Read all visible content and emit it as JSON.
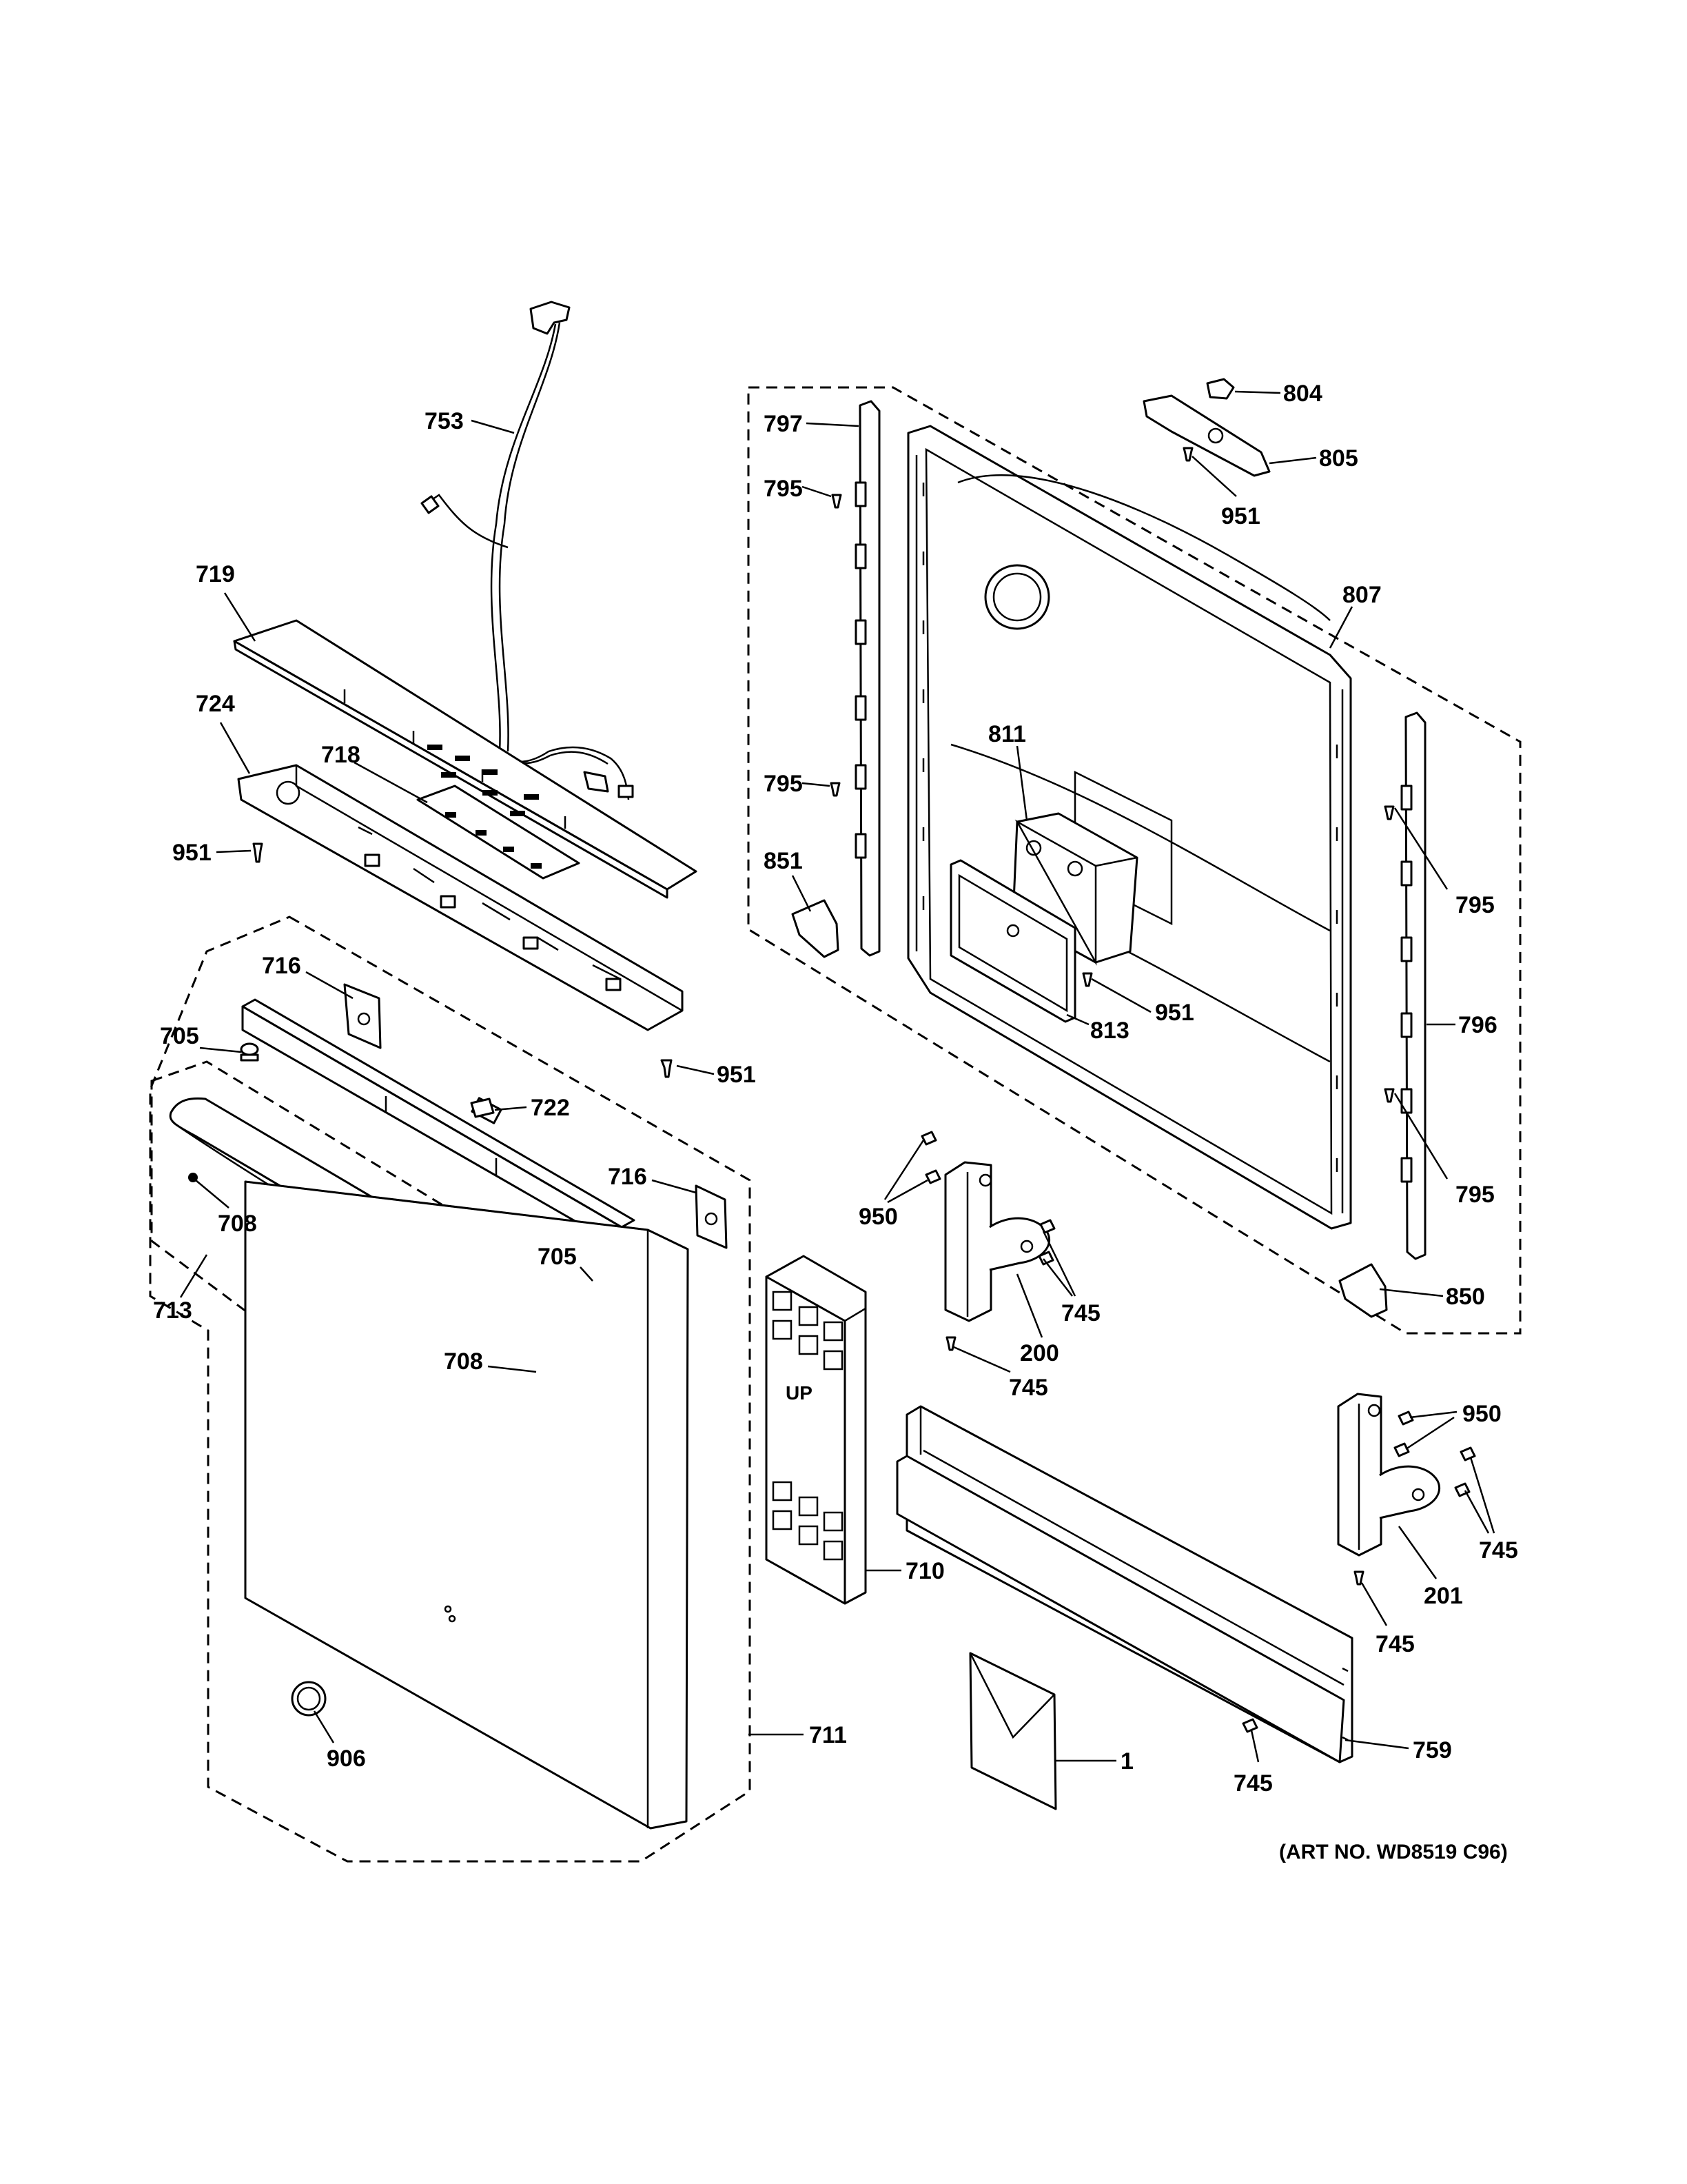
{
  "art_number": "(ART NO. WD8519 C96)",
  "colors": {
    "line": "#000000",
    "background": "#ffffff"
  },
  "callouts": [
    {
      "id": "c753",
      "text": "753"
    },
    {
      "id": "c719",
      "text": "719"
    },
    {
      "id": "c724",
      "text": "724"
    },
    {
      "id": "c718",
      "text": "718"
    },
    {
      "id": "c951a",
      "text": "951"
    },
    {
      "id": "c951b",
      "text": "951"
    },
    {
      "id": "c716a",
      "text": "716"
    },
    {
      "id": "c705a",
      "text": "705"
    },
    {
      "id": "c722",
      "text": "722"
    },
    {
      "id": "c716b",
      "text": "716"
    },
    {
      "id": "c708a",
      "text": "708"
    },
    {
      "id": "c713",
      "text": "713"
    },
    {
      "id": "c705b",
      "text": "705"
    },
    {
      "id": "c708b",
      "text": "708"
    },
    {
      "id": "c906",
      "text": "906"
    },
    {
      "id": "c711",
      "text": "711"
    },
    {
      "id": "c710",
      "text": "710"
    },
    {
      "id": "c797",
      "text": "797"
    },
    {
      "id": "c795a",
      "text": "795"
    },
    {
      "id": "c795b",
      "text": "795"
    },
    {
      "id": "c851",
      "text": "851"
    },
    {
      "id": "c804",
      "text": "804"
    },
    {
      "id": "c805",
      "text": "805"
    },
    {
      "id": "c951c",
      "text": "951"
    },
    {
      "id": "c807",
      "text": "807"
    },
    {
      "id": "c811",
      "text": "811"
    },
    {
      "id": "c951d",
      "text": "951"
    },
    {
      "id": "c813",
      "text": "813"
    },
    {
      "id": "c795c",
      "text": "795"
    },
    {
      "id": "c796",
      "text": "796"
    },
    {
      "id": "c795d",
      "text": "795"
    },
    {
      "id": "c850",
      "text": "850"
    },
    {
      "id": "c950a",
      "text": "950"
    },
    {
      "id": "c745a",
      "text": "745"
    },
    {
      "id": "c200",
      "text": "200"
    },
    {
      "id": "c745b",
      "text": "745"
    },
    {
      "id": "c950b",
      "text": "950"
    },
    {
      "id": "c745c",
      "text": "745"
    },
    {
      "id": "c201",
      "text": "201"
    },
    {
      "id": "c745d",
      "text": "745"
    },
    {
      "id": "c759",
      "text": "759"
    },
    {
      "id": "c745e",
      "text": "745"
    },
    {
      "id": "c1",
      "text": "1"
    }
  ],
  "stamp_text": "UP"
}
